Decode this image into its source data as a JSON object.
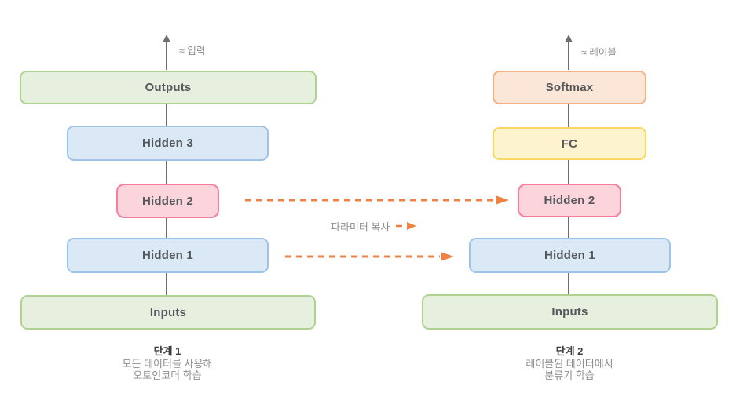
{
  "diagram": {
    "left": {
      "arrow_hint": "≈ 입력",
      "boxes": [
        {
          "label": "Outputs",
          "variant": "green"
        },
        {
          "label": "Hidden 3",
          "variant": "blue"
        },
        {
          "label": "Hidden 2",
          "variant": "pink"
        },
        {
          "label": "Hidden 1",
          "variant": "blue"
        },
        {
          "label": "Inputs",
          "variant": "green"
        }
      ],
      "caption_title": "단계 1",
      "caption_line1": "모든 데이터를 사용해",
      "caption_line2": "오토인코더 학습"
    },
    "right": {
      "arrow_hint": "≈ 레이블",
      "boxes": [
        {
          "label": "Softmax",
          "variant": "orange"
        },
        {
          "label": "FC",
          "variant": "yellow"
        },
        {
          "label": "Hidden 2",
          "variant": "pink"
        },
        {
          "label": "Hidden 1",
          "variant": "blue"
        },
        {
          "label": "Inputs",
          "variant": "green"
        }
      ],
      "caption_title": "단계 2",
      "caption_line1": "레이블된 데이터에서",
      "caption_line2": "분류기 학습"
    },
    "transfer_label": "파라미터 복사"
  },
  "colors": {
    "green_fill": "#e7f0de",
    "green_border": "#aed391",
    "blue_fill": "#dbe9f7",
    "blue_border": "#9dc3e6",
    "pink_fill": "#fcd4db",
    "pink_border": "#f57d9e",
    "yellow_fill": "#fdf3cf",
    "yellow_border": "#f8d763",
    "orange_fill": "#fbe6d7",
    "orange_border": "#f2b183",
    "dash_orange": "#ef8243",
    "line_gray": "#6e6e6e",
    "box_text": "#54585c",
    "caption_title_color": "#3f3f3f",
    "caption_text_color": "#8f8f8f",
    "hint_text_color": "#8a8a8a"
  }
}
